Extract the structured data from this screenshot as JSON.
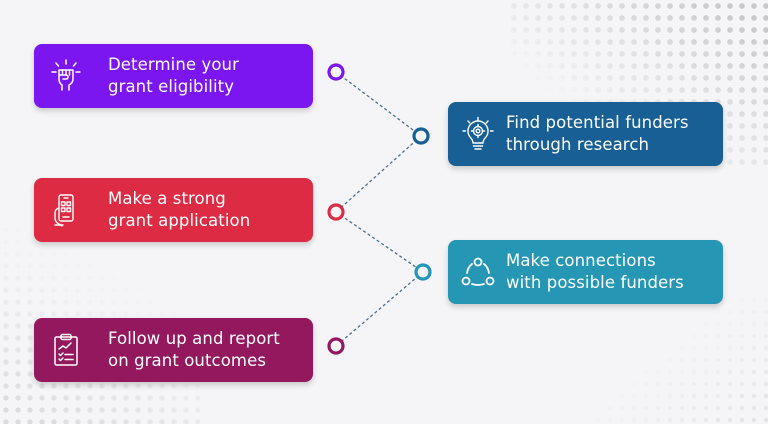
{
  "colors": {
    "background": "#f5f5f7",
    "step1": "#7b16f0",
    "step2": "#175f95",
    "step3": "#dc2b43",
    "step4": "#2596b4",
    "step5": "#93185e",
    "connector_line": "#4a6f93"
  },
  "steps": [
    {
      "id": 1,
      "side": "left",
      "icon": "raised-fist-icon",
      "line1": "Determine your",
      "line2": "grant eligibility"
    },
    {
      "id": 2,
      "side": "right",
      "icon": "lightbulb-gear-icon",
      "line1": "Find potential funders",
      "line2": "through research"
    },
    {
      "id": 3,
      "side": "left",
      "icon": "phone-in-hand-icon",
      "line1": "Make a strong",
      "line2": "grant application"
    },
    {
      "id": 4,
      "side": "right",
      "icon": "network-connections-icon",
      "line1": "Make connections",
      "line2": "with possible funders"
    },
    {
      "id": 5,
      "side": "left",
      "icon": "clipboard-checklist-icon",
      "line1": "Follow up and report",
      "line2": "on grant outcomes"
    }
  ]
}
